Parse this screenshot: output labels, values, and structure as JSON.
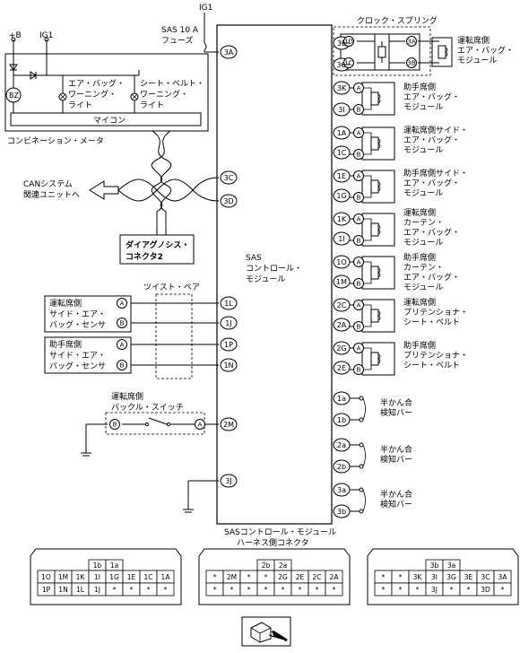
{
  "power": {
    "ig1_top": "IG1",
    "plus_b": "+B",
    "ig1_left": "IG1",
    "fuse": "SAS 10 A",
    "fuse_word": "フューズ"
  },
  "meter": {
    "title": "コンビネーション・メータ",
    "bz": "BZ",
    "mcu": "マイコン",
    "airbag_warn": [
      "エア・バッグ・",
      "ワーニング・",
      "ライト"
    ],
    "belt_warn": [
      "シート・ベルト・",
      "ワーニング・",
      "ライト"
    ]
  },
  "module": {
    "name": [
      "SAS",
      "コントロール・",
      "モジュール"
    ],
    "connector_title": [
      "SASコントロール・モジュール",
      "ハーネス側コネクタ"
    ]
  },
  "can": [
    "CANシステム",
    "関連ユニットへ"
  ],
  "diag": [
    "ダイアグノシス・",
    "コネクタ2"
  ],
  "twist": "ツイスト・ペア",
  "clock_spring": "クロック・スプリング",
  "left_pins": [
    "3A",
    "3C",
    "3D",
    "1L",
    "1J",
    "1P",
    "1N",
    "2M",
    "3J"
  ],
  "right_pins": [
    "3E",
    "3G",
    "3K",
    "3I",
    "1A",
    "1C",
    "1E",
    "1G",
    "1K",
    "1I",
    "1O",
    "1M",
    "2C",
    "2A",
    "2G",
    "2E",
    "1a",
    "1b",
    "2a",
    "2b",
    "3a",
    "3b"
  ],
  "cs_pins": [
    "1D",
    "1C",
    "3A",
    "3B"
  ],
  "ab": [
    "A",
    "B"
  ],
  "right_labels": [
    [
      "運転席側",
      "エア・バッグ・",
      "モジュール"
    ],
    [
      "助手席側",
      "エア・バッグ・",
      "モジュール"
    ],
    [
      "運転席側サイド・",
      "エア・バッグ・",
      "モジュール"
    ],
    [
      "助手席側サイド・",
      "エア・バッグ・",
      "モジュール"
    ],
    [
      "運転席側",
      "カーテン・",
      "エア・バッグ・",
      "モジュール"
    ],
    [
      "助手席側",
      "カーテン・",
      "エア・バッグ・",
      "モジュール"
    ],
    [
      "運転席側",
      "プリテンショナ・",
      "シート・ベルト"
    ],
    [
      "助手席側",
      "プリテンショナ・",
      "シート・ベルト"
    ],
    [
      "半かん合",
      "検知バー"
    ],
    [
      "半かん合",
      "検知バー"
    ],
    [
      "半かん合",
      "検知バー"
    ]
  ],
  "sensors": [
    [
      "運転席側",
      "サイド・エア・",
      "バッグ・センサ"
    ],
    [
      "助手席側",
      "サイド・エア・",
      "バッグ・センサ"
    ]
  ],
  "buckle": [
    "運転席側",
    "バックル・スイッチ"
  ],
  "connectors": [
    {
      "top": [
        "1b",
        "1a"
      ],
      "row1": [
        "1O",
        "1M",
        "1K",
        "1I",
        "1G",
        "1E",
        "1C",
        "1A"
      ],
      "row2": [
        "1P",
        "1N",
        "1L",
        "1J",
        "*",
        "*",
        "*",
        "*"
      ]
    },
    {
      "top": [
        "2b",
        "2a"
      ],
      "row1": [
        "*",
        "2M",
        "*",
        "*",
        "2G",
        "2E",
        "2C",
        "2A"
      ],
      "row2": [
        "*",
        "*",
        "*",
        "*",
        "*",
        "*",
        "*",
        "*"
      ]
    },
    {
      "top": [
        "3b",
        "3a"
      ],
      "row1": [
        "*",
        "*",
        "3K",
        "3I",
        "3G",
        "3E",
        "3C",
        "3A"
      ],
      "row2": [
        "*",
        "*",
        "*",
        "3J",
        "*",
        "*",
        "3D",
        "*"
      ]
    }
  ],
  "icons": {
    "arrow": "hollow-left-arrow-icon",
    "connector_view": "connector-view-icon",
    "ground": "ground-icon",
    "squib": "squib-icon",
    "diode": "diode-icon",
    "lamp": "lamp-icon"
  }
}
